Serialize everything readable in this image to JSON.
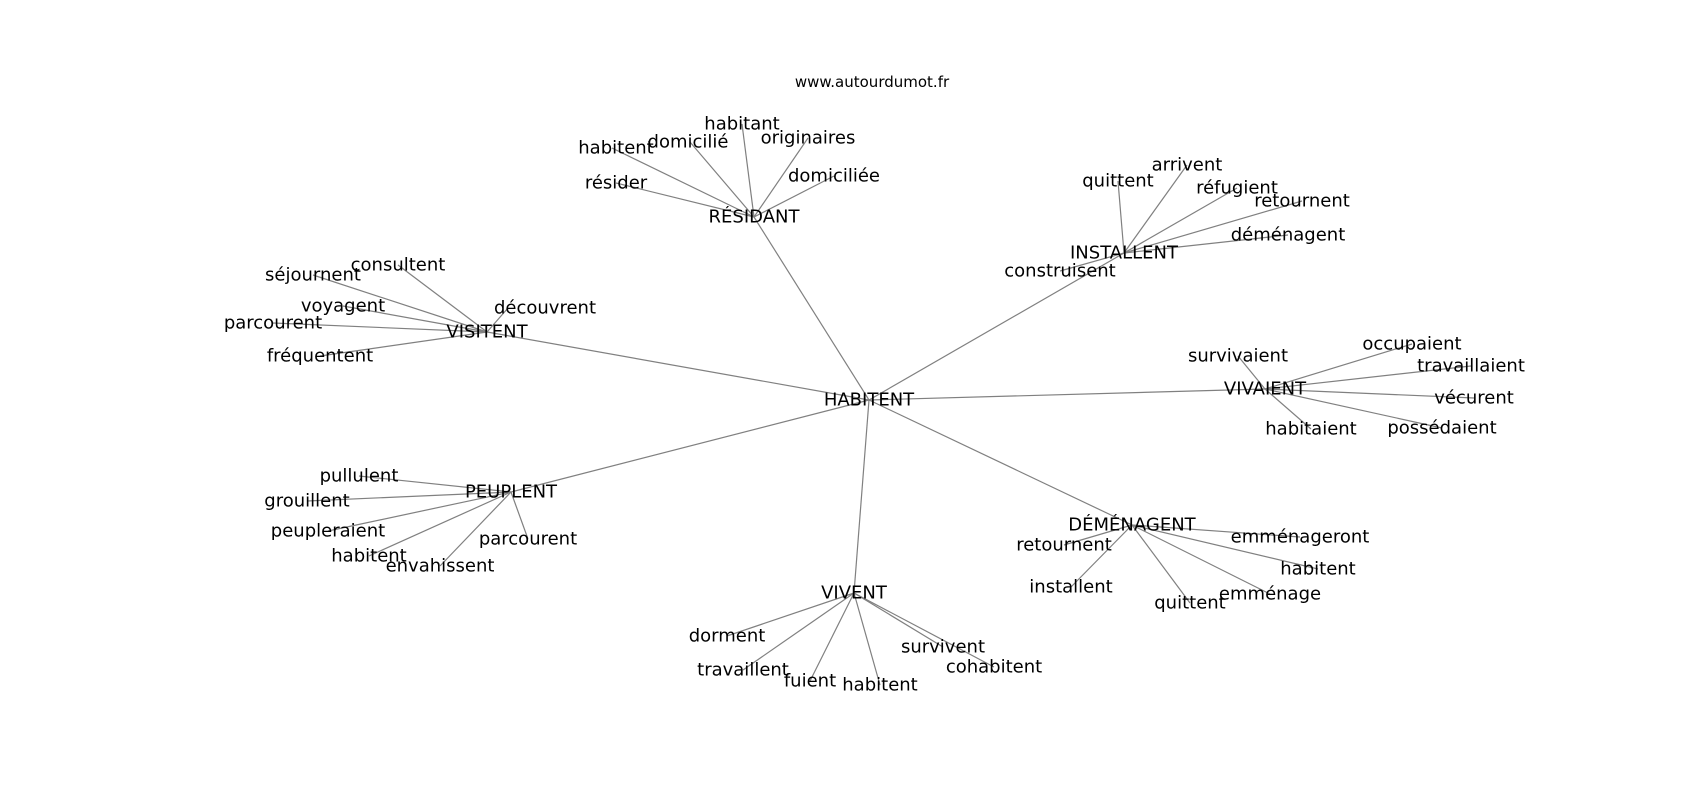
{
  "source": "www.autourdumot.fr",
  "center": "HABITENT",
  "clusters": [
    {
      "label": "RÉSIDANT",
      "words": [
        "habitent",
        "domicilié",
        "habitant",
        "originaires",
        "domiciliée",
        "résider"
      ]
    },
    {
      "label": "INSTALLENT",
      "words": [
        "quittent",
        "arrivent",
        "réfugient",
        "retournent",
        "déménagent",
        "construisent"
      ]
    },
    {
      "label": "VISITENT",
      "words": [
        "consultent",
        "séjournent",
        "voyagent",
        "découvrent",
        "parcourent",
        "fréquentent"
      ]
    },
    {
      "label": "VIVAIENT",
      "words": [
        "survivaient",
        "occupaient",
        "travaillaient",
        "vécurent",
        "habitaient",
        "possédaient"
      ]
    },
    {
      "label": "PEUPLENT",
      "words": [
        "pullulent",
        "grouillent",
        "peupleraient",
        "habitent",
        "envahissent",
        "parcourent"
      ]
    },
    {
      "label": "DÉMÉNAGENT",
      "words": [
        "retournent",
        "installent",
        "emménageront",
        "habitent",
        "emménage",
        "quittent"
      ]
    },
    {
      "label": "VIVENT",
      "words": [
        "dorment",
        "travaillent",
        "fuient",
        "habitent",
        "survivent",
        "cohabitent"
      ]
    }
  ]
}
